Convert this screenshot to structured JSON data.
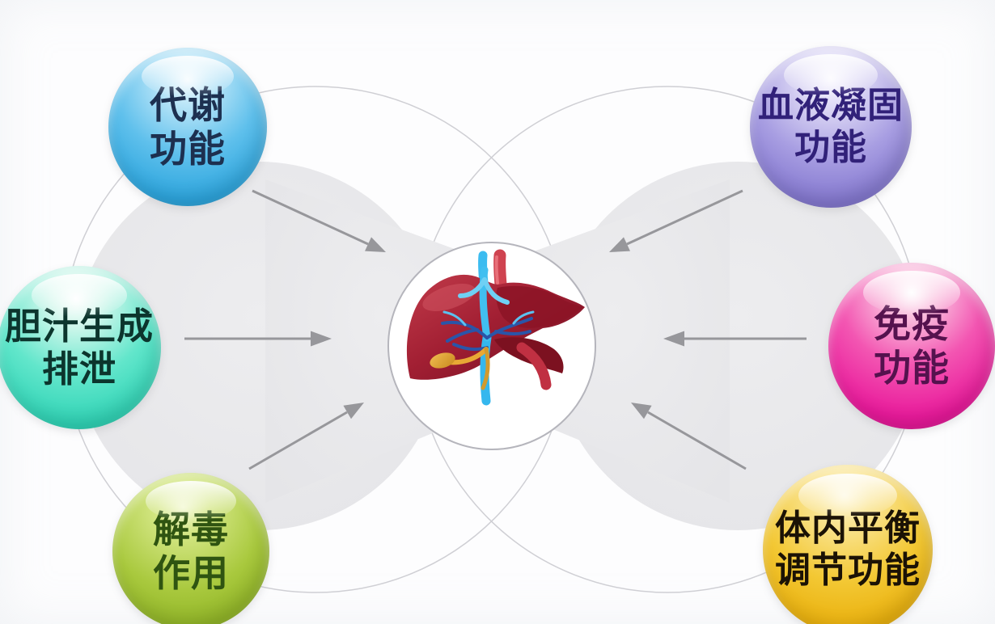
{
  "diagram": {
    "subject_icon": "liver-illustration",
    "functions": [
      {
        "id": "metabolism",
        "line1": "代谢",
        "line2": "功能",
        "color": "#3fb3e8",
        "text_color": "#1d3050",
        "position": "top-left"
      },
      {
        "id": "bile",
        "line1": "胆汁生成",
        "line2": "排泄",
        "color": "#35dcc0",
        "text_color": "#0c352d",
        "position": "middle-left"
      },
      {
        "id": "detox",
        "line1": "解毒",
        "line2": "作用",
        "color": "#a3c437",
        "text_color": "#2f5411",
        "position": "bottom-left"
      },
      {
        "id": "coagulation",
        "line1": "血液凝固",
        "line2": "功能",
        "color": "#9c92dc",
        "text_color": "#312179",
        "position": "top-right"
      },
      {
        "id": "immune",
        "line1": "免疫",
        "line2": "功能",
        "color": "#ee2da2",
        "text_color": "#55124e",
        "position": "middle-right"
      },
      {
        "id": "homeostasis",
        "line1": "体内平衡",
        "line2": "调节功能",
        "color": "#f2bb13",
        "text_color": "#1b1205",
        "position": "bottom-right"
      }
    ],
    "arrows": [
      {
        "from": "metabolism",
        "to": "center"
      },
      {
        "from": "bile",
        "to": "center"
      },
      {
        "from": "detox",
        "to": "center"
      },
      {
        "from": "coagulation",
        "to": "center"
      },
      {
        "from": "immune",
        "to": "center"
      },
      {
        "from": "homeostasis",
        "to": "center"
      }
    ],
    "background": {
      "panel_bg": "#fdfdfe",
      "cluster_fill": "#e8e8ea",
      "ring_stroke": "#cfcfd4",
      "center_fill": "#ffffff",
      "arrow_color": "#97979b"
    }
  }
}
